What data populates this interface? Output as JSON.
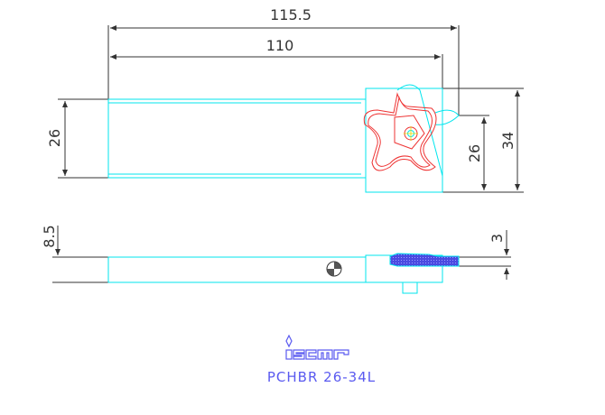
{
  "drawing": {
    "dimensions": {
      "overall_length": "115.5",
      "shank_length": "110",
      "shank_height": "26",
      "head_height_left": "26",
      "head_height_total": "34",
      "shank_width": "8.5",
      "blade_width": "3"
    },
    "logo": "iscar",
    "part_number": "PCHBR 26-34L",
    "colors": {
      "outline": "#00e5ee",
      "insert": "#ee3333",
      "dimension": "#333333",
      "title": "#5a5af0",
      "insert_fill": "#4444dd"
    }
  }
}
